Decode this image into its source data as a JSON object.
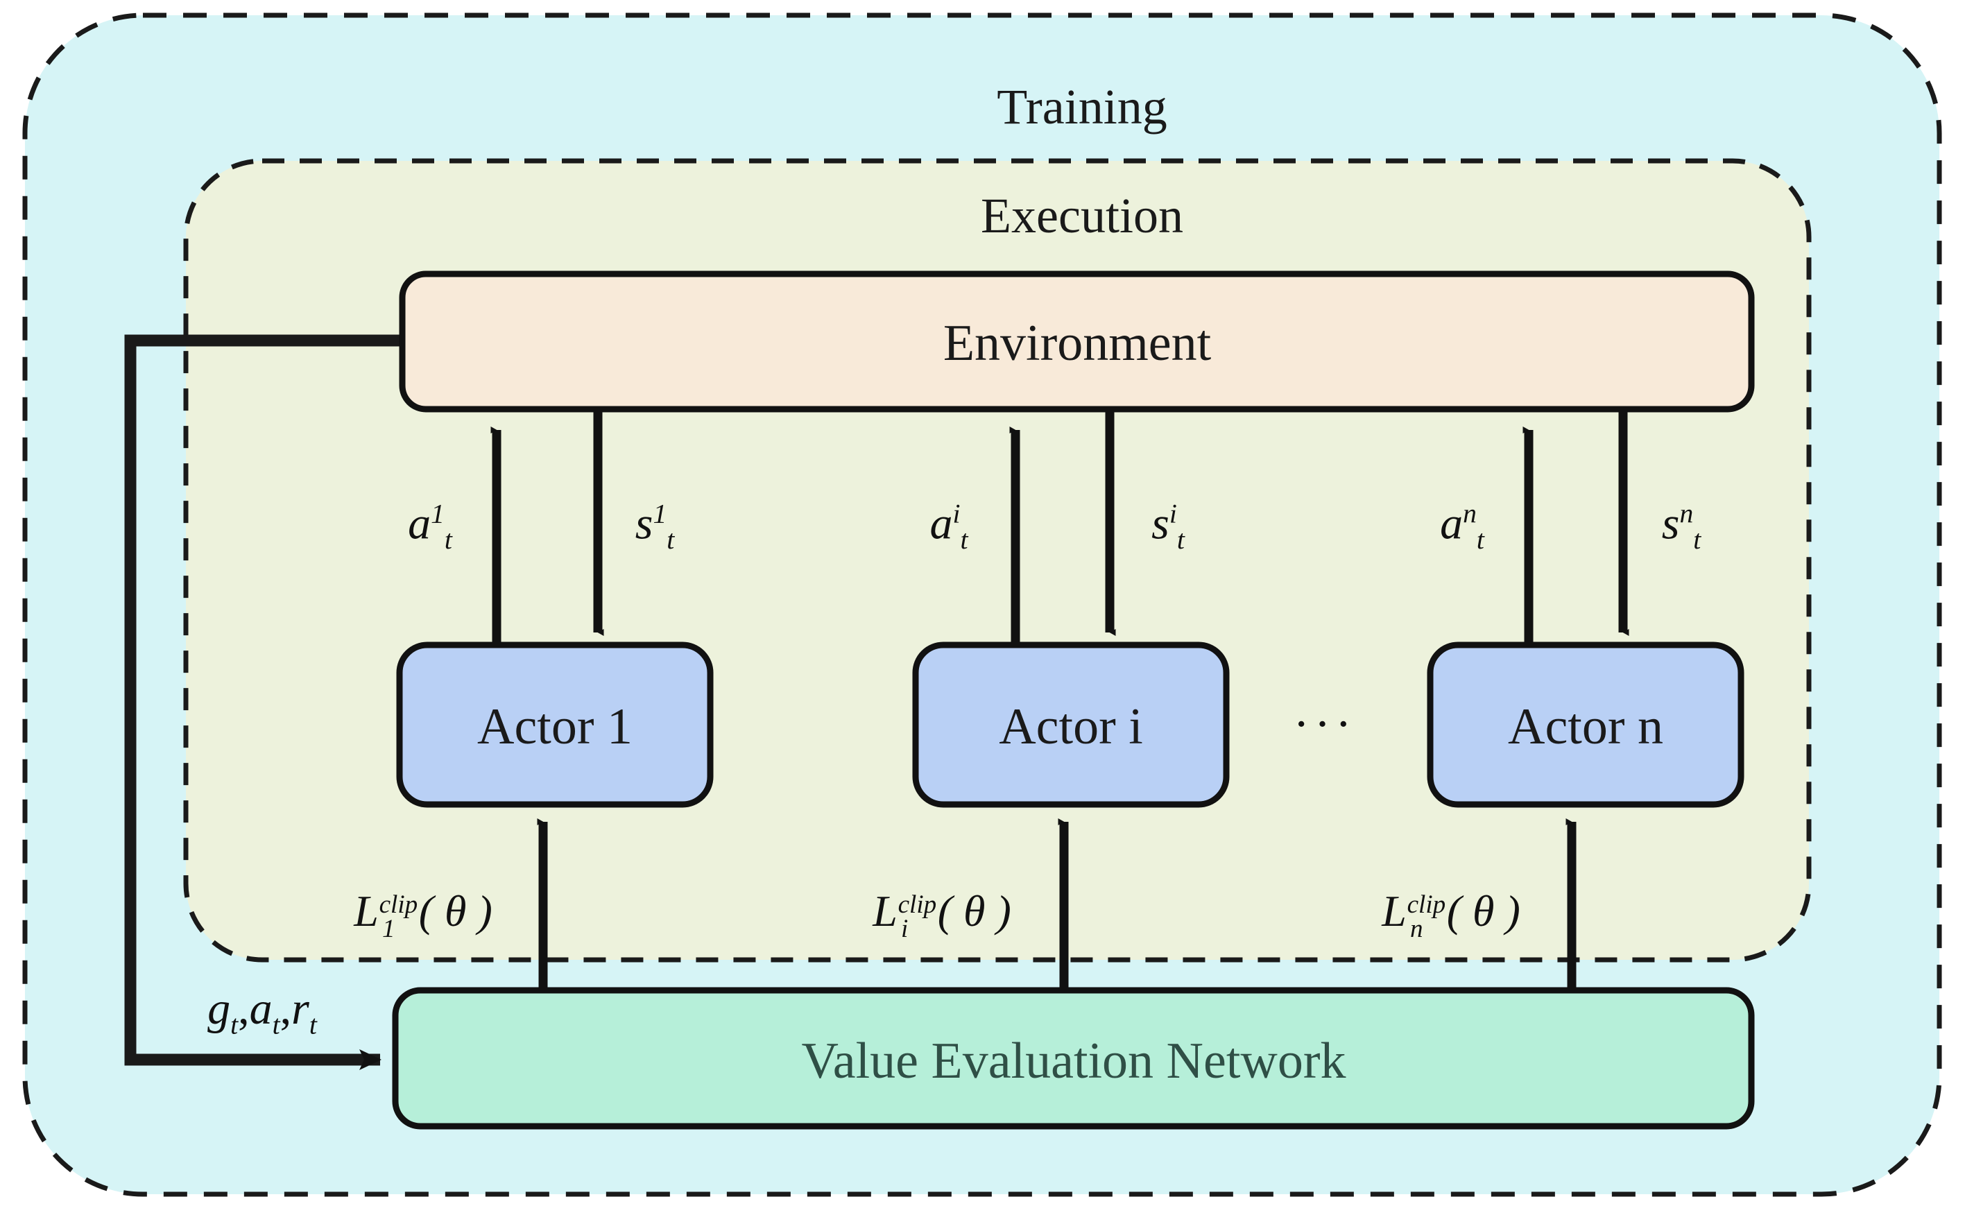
{
  "regions": {
    "training": {
      "label": "Training",
      "fill": "#d6f4f6",
      "border": "#1a1a1a"
    },
    "execution": {
      "label": "Execution",
      "fill": "#edf2dc",
      "border": "#1a1a1a"
    }
  },
  "nodes": {
    "environment": {
      "label": "Environment",
      "fill": "#f8ead9",
      "border": "#111111"
    },
    "actors": [
      {
        "label": "Actor 1",
        "fill": "#b9d0f5",
        "border": "#111111"
      },
      {
        "label": "Actor i",
        "fill": "#b9d0f5",
        "border": "#111111"
      },
      {
        "label": "Actor n",
        "fill": "#b9d0f5",
        "border": "#111111"
      }
    ],
    "value_network": {
      "label": "Value Evaluation Network",
      "fill": "#b6efd9",
      "border": "#111111",
      "text_color": "#2f4f46"
    },
    "ellipsis": "···"
  },
  "edge_labels": {
    "actions": [
      {
        "base": "a",
        "sup": "1",
        "sub": "t"
      },
      {
        "base": "a",
        "sup": "i",
        "sub": "t"
      },
      {
        "base": "a",
        "sup": "n",
        "sub": "t"
      }
    ],
    "states": [
      {
        "base": "s",
        "sup": "1",
        "sub": "t"
      },
      {
        "base": "s",
        "sup": "i",
        "sub": "t"
      },
      {
        "base": "s",
        "sup": "n",
        "sub": "t"
      }
    ],
    "losses": [
      {
        "base": "L",
        "sup": "clip",
        "sub": "1",
        "arg": "( θ )"
      },
      {
        "base": "L",
        "sup": "clip",
        "sub": "i",
        "arg": "( θ )"
      },
      {
        "base": "L",
        "sup": "clip",
        "sub": "n",
        "arg": "( θ )"
      }
    ],
    "feedback_tuple": {
      "parts": [
        {
          "base": "g",
          "sub": "t"
        },
        {
          "base": "a",
          "sub": "t"
        },
        {
          "base": "r",
          "sub": "t"
        }
      ],
      "separator": ","
    }
  },
  "colors": {
    "stroke": "#111111",
    "page_background": "#ffffff"
  }
}
